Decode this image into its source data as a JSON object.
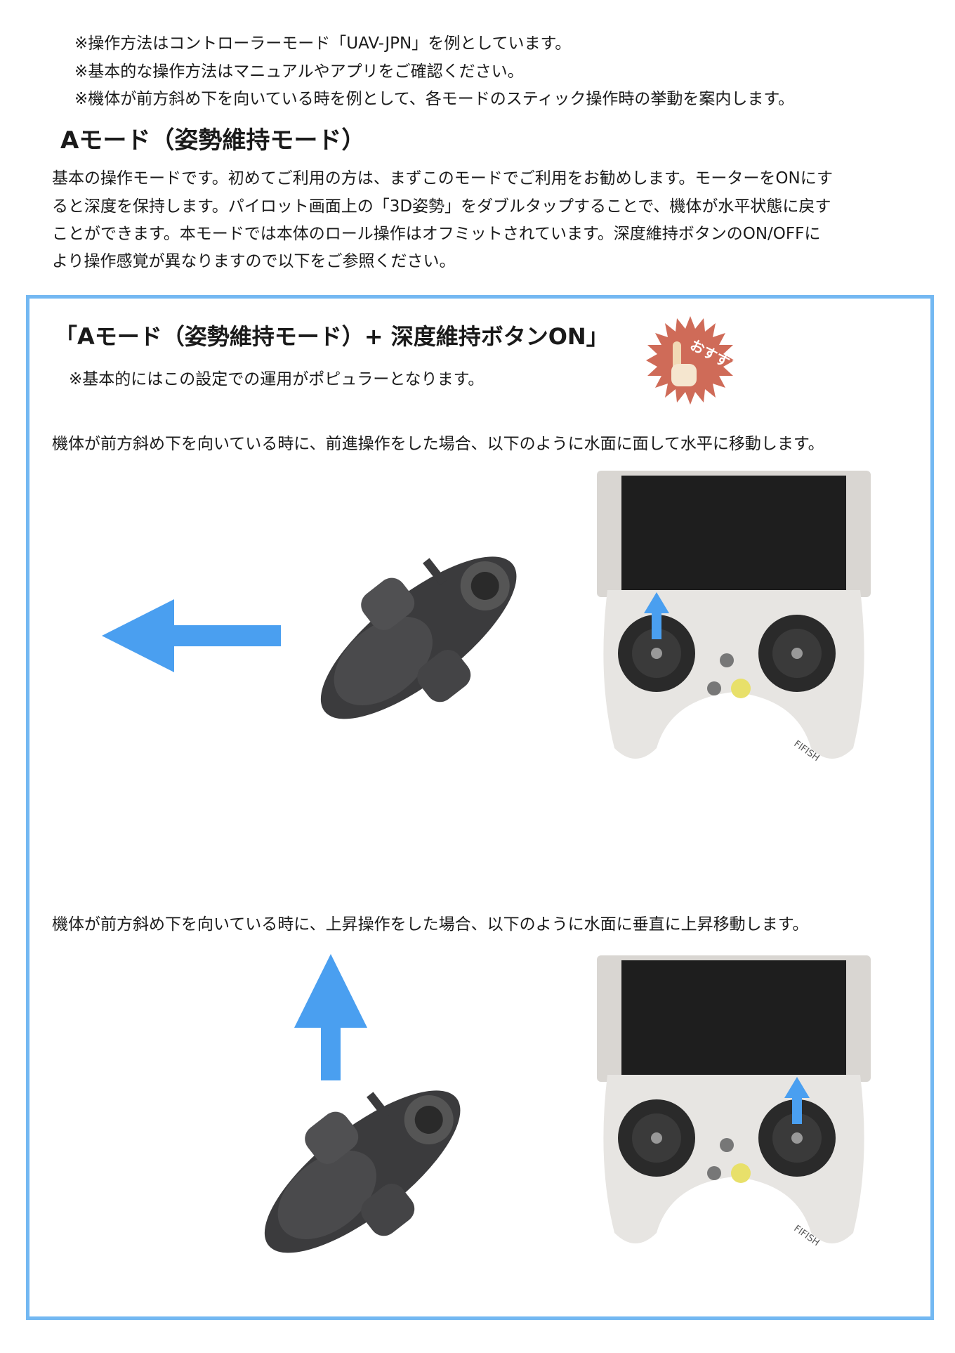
{
  "notes": [
    "※操作方法はコントローラーモード「UAV-JPN」を例としています。",
    "※基本的な操作方法はマニュアルやアプリをご確認ください。",
    "※機体が前方斜め下を向いている時を例として、各モードのスティック操作時の挙動を案内します。"
  ],
  "section_title": "Aモード（姿勢維持モード）",
  "description": [
    "基本の操作モードです。初めてご利用の方は、まずこのモードでご利用をお勧めします。モーターをONにす",
    "ると深度を保持します。パイロット画面上の「3D姿勢」をダブルタップすることで、機体が水平状態に戻す",
    "ことができます。本モードでは本体のロール操作はオフミットされています。深度維持ボタンのON/OFFに",
    "より操作感覚が異なりますので以下をご参照ください。"
  ],
  "box": {
    "title": "「Aモード（姿勢維持モード）+ 深度維持ボタンON」",
    "note": "※基本的にはこの設定での運用がポピュラーとなります。",
    "badge_text": "おすすめ!",
    "captions": [
      "機体が前方斜め下を向いている時に、前進操作をした場合、以下のように水面に面して水平に移動します。",
      "機体が前方斜め下を向いている時に、上昇操作をした場合、以下のように水面に垂直に上昇移動します。"
    ],
    "controller_brand": "FIFISH"
  },
  "colors": {
    "border": "#73b8f2",
    "arrow": "#4a9ff0",
    "badge": "#cf6b58"
  }
}
